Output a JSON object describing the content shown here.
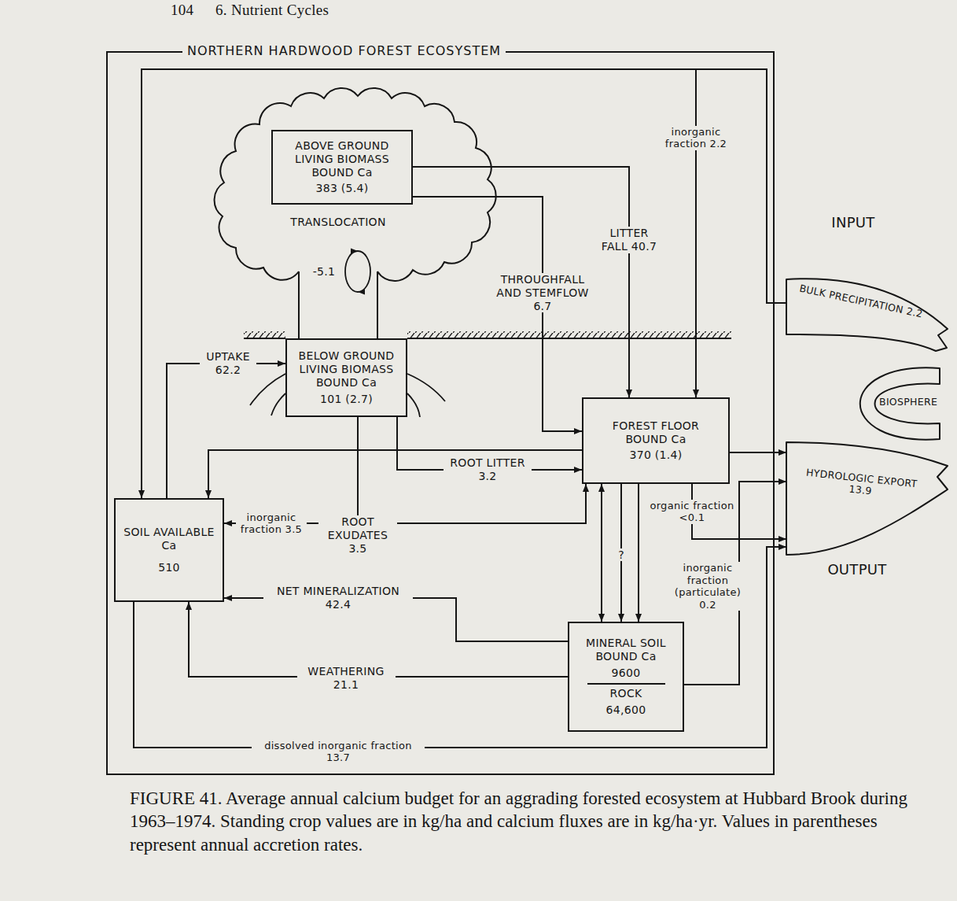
{
  "diagram": {
    "caption": "FIGURE 41. Average annual calcium budget for an aggrading forested ecosystem at Hubbard Brook during 1963–1974. Standing crop values are in kg/ha and calcium fluxes are in kg/ha·yr. Values in parentheses represent annual accretion rates.",
    "nodes": [
      {
        "text": [
          "NORTHERN HARDWOOD FOREST ECOSYSTEM"
        ]
      },
      {
        "text": [
          "ABOVE GROUND LIVING BIOMASS BOUND Ca",
          "383 (5.4)"
        ],
        "in": 0
      },
      {
        "text": [
          "BELOW GROUND LIVING BIOMASS BOUND Ca",
          "101 (2.7)"
        ],
        "in": 0
      },
      {
        "text": [
          "FOREST FLOOR BOUND Ca",
          "370 (1.4)"
        ],
        "in": 0
      },
      {
        "text": [
          "SOIL AVAILABLE Ca",
          "510"
        ],
        "in": 0
      },
      {
        "text": [
          "MINERAL SOIL BOUND Ca",
          "9600",
          "ROCK",
          "64,600"
        ],
        "in": 0
      },
      {
        "text": [
          "BULK PRECIPITATION 2.2",
          "BIOSPHERE",
          "HYDROLOGIC EXPORT 13.9"
        ]
      }
    ],
    "edges": [
      {
        "from": 1,
        "to": 3,
        "label": "LITTER FALL 40.7",
        "arrow": "to"
      },
      {
        "from": 1,
        "to": 3,
        "label": "THROUGHFALL AND STEMFLOW 6.7",
        "arrow": "to"
      },
      {
        "from": 4,
        "to": 2,
        "label": "UPTAKE 62.2",
        "arrow": "to"
      },
      {
        "from": 2,
        "to": 3,
        "label": "ROOT LITTER 3.2",
        "arrow": "to"
      },
      {
        "from": 2,
        "to": 4,
        "label": "inorganic fraction 3.5",
        "arrow": "to"
      },
      {
        "from": 2,
        "to": 3,
        "arrow": "to"
      },
      {
        "from": 3,
        "to": 4,
        "arrow": "to"
      },
      {
        "from": 5,
        "to": 4,
        "label": "NET MINERALIZATION 42.4",
        "arrow": "to"
      },
      {
        "from": 5,
        "to": 4,
        "label": "WEATHERING 21.1",
        "arrow": "to"
      },
      {
        "from": 4,
        "to": 6,
        "label": "dissolved inorganic fraction 13.7",
        "arrow": "to"
      },
      {
        "from": 3,
        "to": 5,
        "arrow": "both"
      },
      {
        "from": 3,
        "to": 5,
        "label": "?",
        "arrow": "to"
      },
      {
        "from": 3,
        "to": 5,
        "arrow": "to"
      },
      {
        "from": 3,
        "to": 6,
        "arrow": "to"
      },
      {
        "from": 3,
        "to": 6,
        "label": "organic fraction <0.1",
        "arrow": "to"
      },
      {
        "from": 5,
        "to": 6,
        "label": "inorganic fraction (particulate) 0.2",
        "arrow": "to"
      },
      {
        "from": 6,
        "to": 3,
        "label": "inorganic fraction 2.2",
        "arrow": "to"
      },
      {
        "from": 6,
        "to": 4,
        "arrow": "to"
      }
    ],
    "labels": [
      "104",
      "6. Nutrient Cycles",
      "TRANSLOCATION",
      "-5.1",
      "ROOT EXUDATES 3.5",
      "INPUT",
      "OUTPUT"
    ]
  }
}
